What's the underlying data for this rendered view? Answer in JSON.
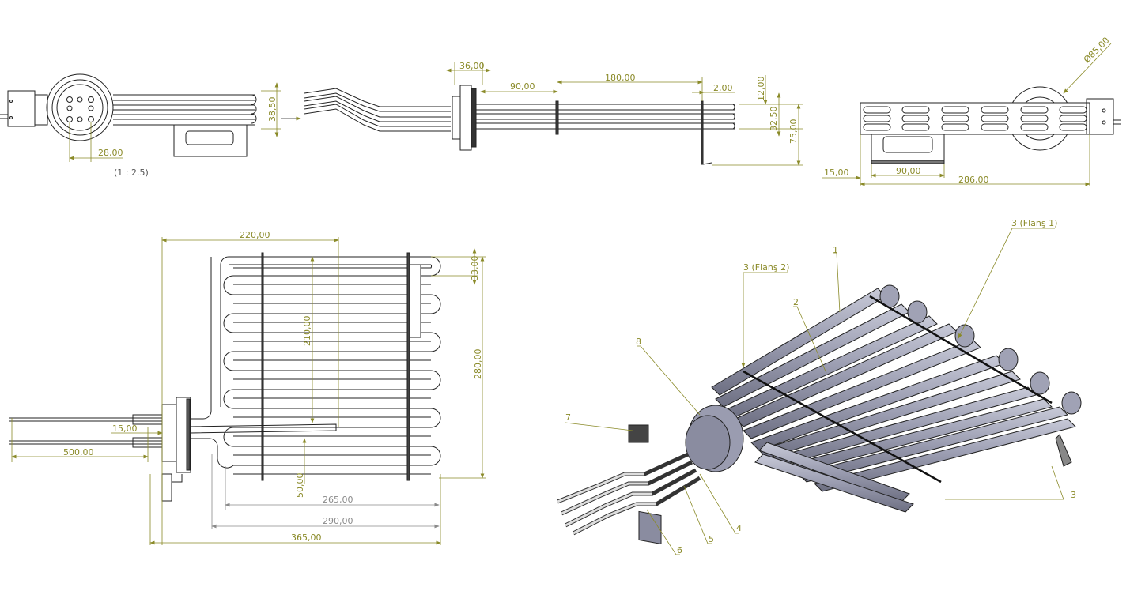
{
  "drawing": {
    "title": "Heating element assembly technical drawing",
    "accent_color": "#8a8a28",
    "line_color": "#222222",
    "pipe_color": "#9a9cb0"
  },
  "views": {
    "end_view": {
      "scale_note": "(1 : 2.5)",
      "dims": {
        "pitch": "28,00",
        "height": "38,50"
      }
    },
    "side_view": {
      "dims": {
        "flange_width": "36,00",
        "to_first_support": "90,00",
        "support_spacing": "180,00",
        "plate_thickness": "2,00",
        "top_offset": "12,00",
        "tube_pitch": "32,50",
        "total_height": "75,00"
      }
    },
    "bottom_view": {
      "dims": {
        "diameter": "Ø85,00",
        "left_offset": "15,00",
        "bracket_width": "90,00",
        "total_length": "286,00"
      }
    },
    "top_view": {
      "dims": {
        "width_top": "220,00",
        "bend_pitch": "33,00",
        "inner_height": "210,00",
        "total_height": "280,00",
        "flange_offset": "15,00",
        "lead_length": "500,00",
        "lower_offset": "50,00",
        "inner_length": "265,00",
        "bend_length": "290,00",
        "overall_length": "365,00"
      }
    },
    "isometric": {
      "callouts": [
        "1",
        "2",
        "3 (Flanş 2)",
        "3 (Flanş 1)",
        "3",
        "4",
        "5",
        "6",
        "7",
        "8"
      ]
    }
  }
}
